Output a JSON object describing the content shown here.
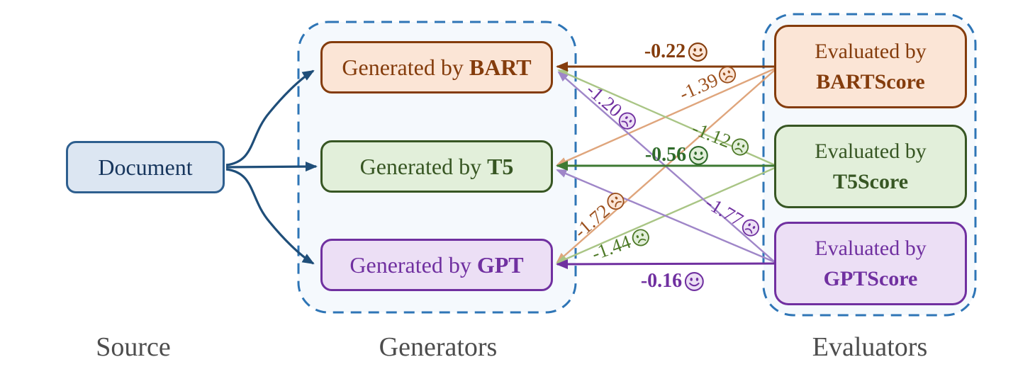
{
  "diagram": {
    "title_context": "Self-evaluation bias of generation evaluators",
    "source": {
      "label": "Document"
    },
    "generators": [
      {
        "prefix": "Generated by",
        "name": "BART"
      },
      {
        "prefix": "Generated by",
        "name": "T5"
      },
      {
        "prefix": "Generated by",
        "name": "GPT"
      }
    ],
    "evaluators": [
      {
        "prefix": "Evaluated by",
        "name": "BARTScore"
      },
      {
        "prefix": "Evaluated by",
        "name": "T5Score"
      },
      {
        "prefix": "Evaluated by",
        "name": "GPTScore"
      }
    ],
    "group_labels": {
      "source": "Source",
      "generators": "Generators",
      "evaluators": "Evaluators"
    },
    "scores": [
      {
        "from": "BARTScore",
        "to": "BART",
        "value": "-0.22",
        "sentiment": "happy"
      },
      {
        "from": "BARTScore",
        "to": "T5",
        "value": "-1.39",
        "sentiment": "sad"
      },
      {
        "from": "BARTScore",
        "to": "GPT",
        "value": "-1.72",
        "sentiment": "sad"
      },
      {
        "from": "T5Score",
        "to": "BART",
        "value": "-1.12",
        "sentiment": "sad"
      },
      {
        "from": "T5Score",
        "to": "T5",
        "value": "-0.56",
        "sentiment": "happy"
      },
      {
        "from": "T5Score",
        "to": "GPT",
        "value": "-1.44",
        "sentiment": "sad"
      },
      {
        "from": "GPTScore",
        "to": "BART",
        "value": "-1.20",
        "sentiment": "sad"
      },
      {
        "from": "GPTScore",
        "to": "T5",
        "value": "-1.77",
        "sentiment": "sad"
      },
      {
        "from": "GPTScore",
        "to": "GPT",
        "value": "-0.16",
        "sentiment": "happy"
      }
    ],
    "colors": {
      "document_fill": "#dce6f2",
      "document_border": "#2e5f8f",
      "document_text": "#17365d",
      "navy_arrow": "#1f4e79",
      "bart_fill": "#fbe5d6",
      "bart_border": "#843c0c",
      "bart_line": "#843c0c",
      "bart_diagonal": "#dfa57c",
      "t5_fill": "#e2efda",
      "t5_border": "#375623",
      "t5_line": "#3e7a33",
      "t5_diagonal": "#a9c585",
      "gpt_fill": "#ecdff5",
      "gpt_border": "#7030a0",
      "gpt_line": "#7030a0",
      "gpt_diagonal": "#9f86c8",
      "dashed_container": "#2e75b6",
      "container_fill": "#f5f9fd",
      "caption_text": "#4d4d4d"
    }
  }
}
